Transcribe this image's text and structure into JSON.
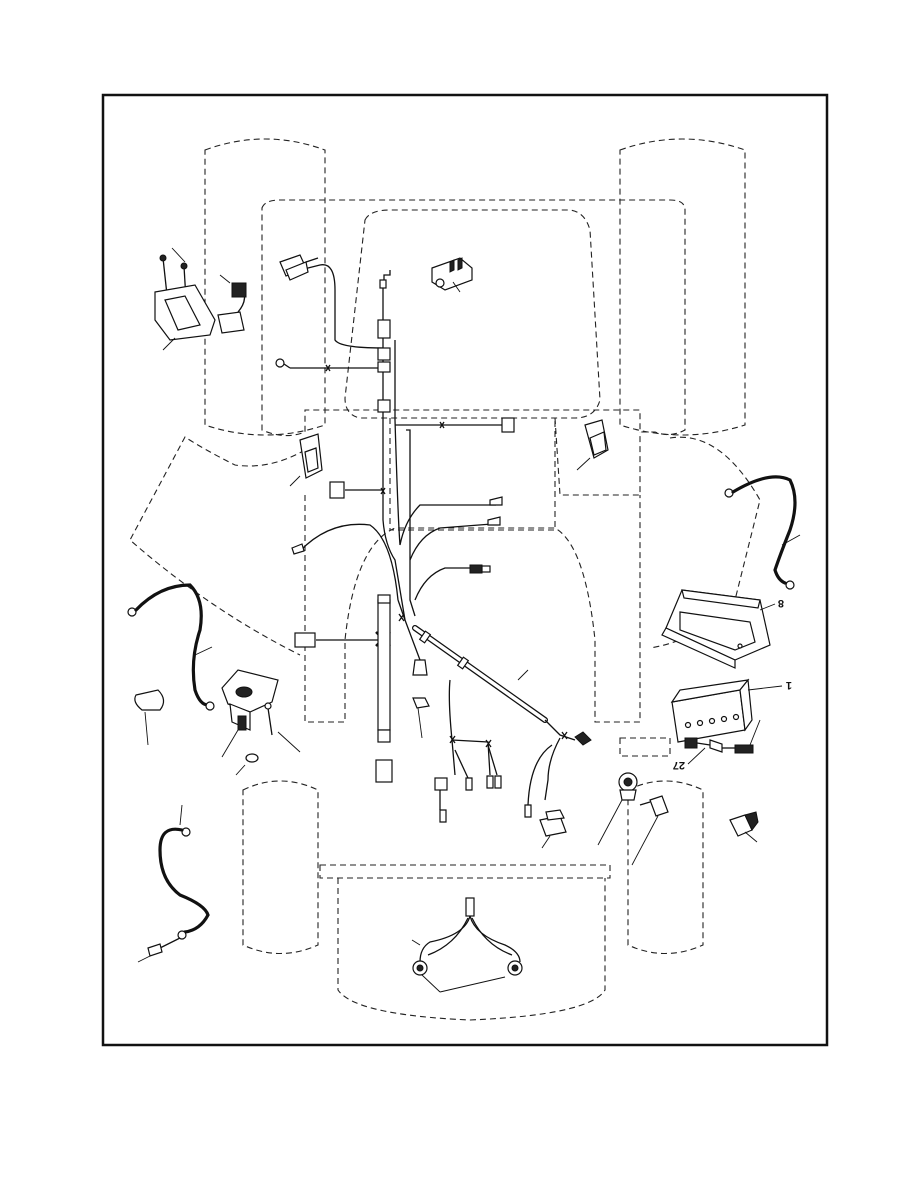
{
  "callouts": {
    "battery_box_number": "8",
    "battery_number": "1",
    "fuse_holder_number": "27"
  }
}
